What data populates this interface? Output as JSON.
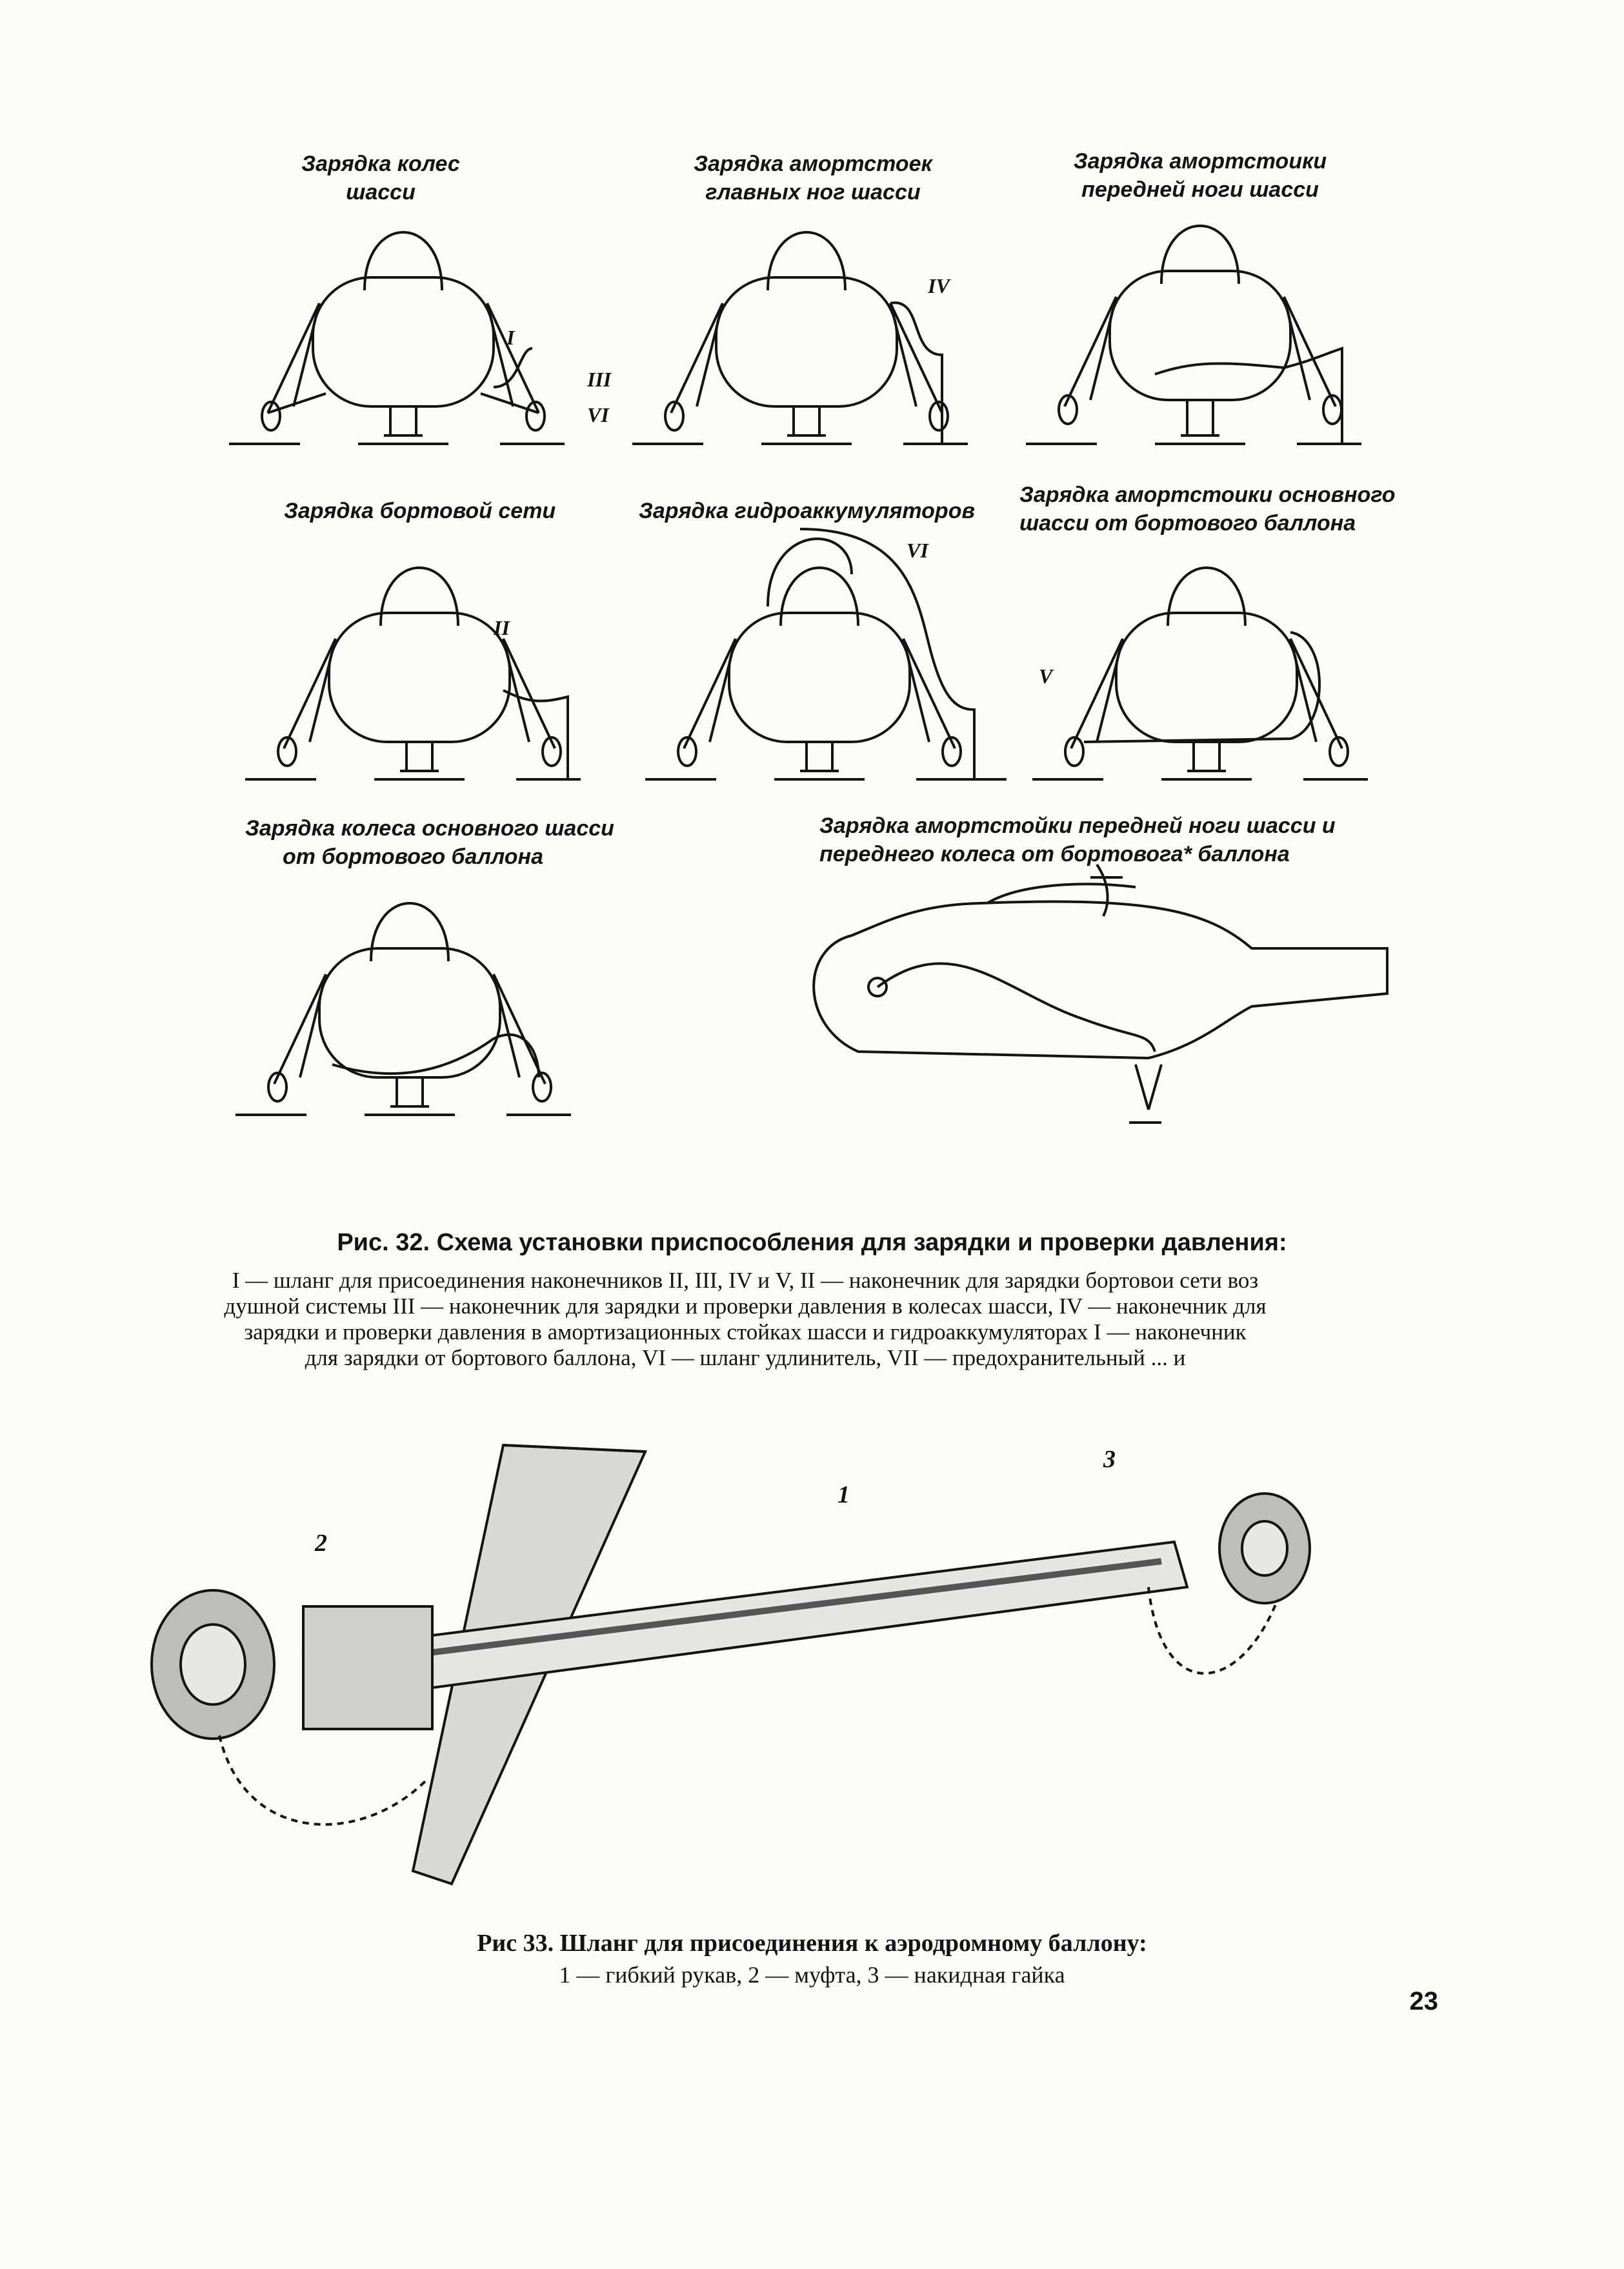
{
  "figure32": {
    "panels": [
      {
        "title_line1": "Зарядка колес",
        "title_line2": "шасси",
        "markers": [
          "I",
          "III",
          "VI"
        ]
      },
      {
        "title_line1": "Зарядка амортстоек",
        "title_line2": "главных ног шасси",
        "markers": [
          "IV"
        ]
      },
      {
        "title_line1": "Зарядка амортстоики",
        "title_line2": "передней ноги шасси",
        "markers": []
      },
      {
        "title_line1": "Зарядка бортовой сети",
        "title_line2": "",
        "markers": [
          "II"
        ]
      },
      {
        "title_line1": "Зарядка гидроаккумуляторов",
        "title_line2": "",
        "markers": [
          "VI"
        ]
      },
      {
        "title_line1": "Зарядка амортстоики основного",
        "title_line2": "шасси от бортового баллона",
        "markers": [
          "V"
        ]
      },
      {
        "title_line1": "Зарядка колеса основного шасси",
        "title_line2": "от бортового баллона",
        "markers": []
      },
      {
        "title_line1": "Зарядка амортстойки передней ноги шасси и",
        "title_line2": "переднего колеса от бортовога* баллона",
        "markers": []
      }
    ],
    "caption_title": "Рис. 32. Схема установки приспособления для зарядки и проверки давления:",
    "legend": [
      "I — шланг для присоединения наконечников II, III, IV и V, II — наконечник для зарядки бортовои сети воз",
      "душной системы III — наконечник для зарядки и проверки давления в колесах шасси, IV — наконечник для",
      "зарядки и проверки давления в амортизационных стойках шасси и гидроаккумуляторах I — наконечник",
      "для зарядки от бортового баллона, VI — шланг удлинитель, VII — предохранительный ... и"
    ]
  },
  "figure33": {
    "callouts": [
      "1",
      "2",
      "3"
    ],
    "caption_title": "Рис 33. Шланг для присоединения к аэродромному баллону:",
    "legend": "1 — гибкий рукав, 2 — муфта, 3 — накидная гайка"
  },
  "page_number": "23"
}
